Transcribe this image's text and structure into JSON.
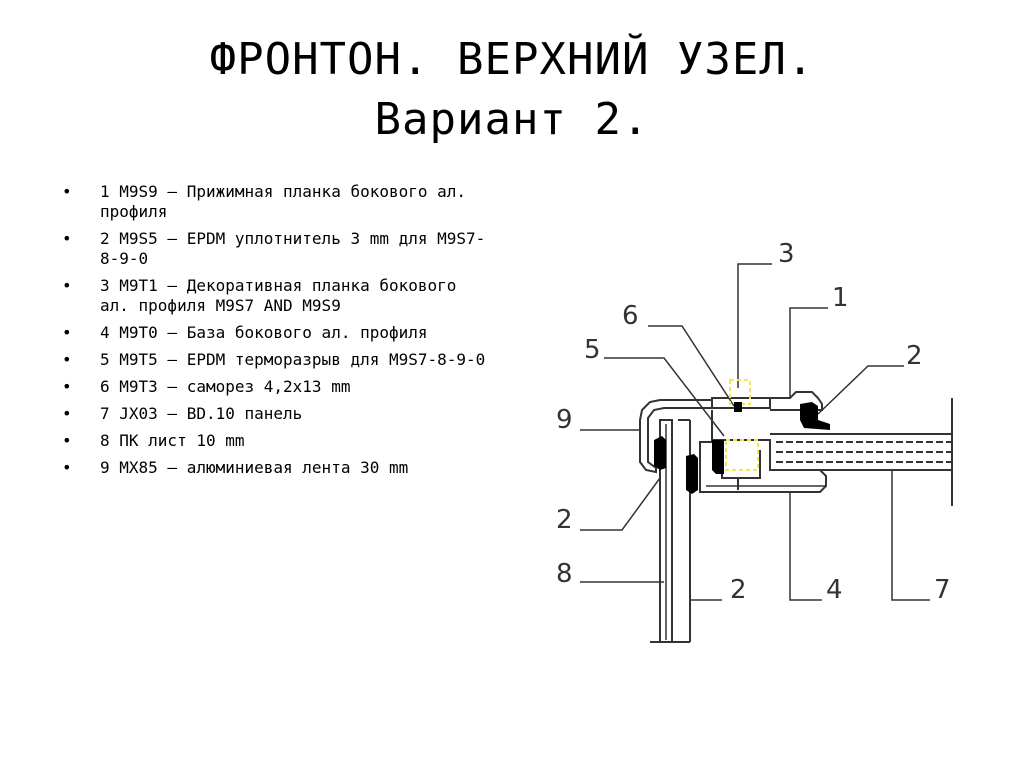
{
  "title": {
    "line1": "ФРОНТОН. ВЕРХНИЙ УЗЕЛ.",
    "line2": "Вариант 2."
  },
  "bullet_glyph": "•",
  "items": [
    {
      "text": "1  M9S9 – Прижимная планка бокового ал. профиля"
    },
    {
      "text": "2  M9S5 – EPDM уплотнитель 3 mm для M9S7-8-9-0"
    },
    {
      "text": "3  M9T1 – Декоративная планка бокового ал. профиля M9S7 AND M9S9"
    },
    {
      "text": "4  M9T0 – База бокового ал. профиля"
    },
    {
      "text": "5  M9T5 – EPDM терморазрыв для M9S7-8-9-0"
    },
    {
      "text": "6  M9T3 – саморез 4,2x13 mm"
    },
    {
      "text": "7  JX03 – BD.10 панель"
    },
    {
      "text": "8  ПК лист 10 mm"
    },
    {
      "text": "9  MX85 – алюминиевая лента 30 mm"
    }
  ],
  "drawing": {
    "callouts": {
      "c1": "1",
      "c2_right": "2",
      "c2_left": "2",
      "c2_bottom": "2",
      "c3": "3",
      "c4": "4",
      "c5": "5",
      "c6": "6",
      "c7": "7",
      "c8": "8",
      "c9": "9"
    },
    "colors": {
      "line": "#333333",
      "seal": "#000000",
      "screw_highlight": "#f2e64a"
    }
  }
}
